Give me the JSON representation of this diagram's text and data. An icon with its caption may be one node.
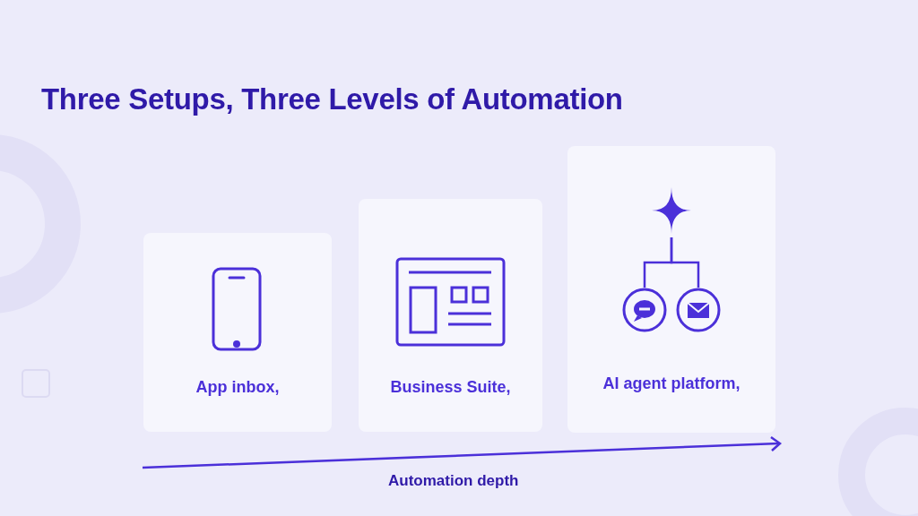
{
  "diagram": {
    "title": "Three Setups, Three Levels of Automation",
    "nodes": [
      {
        "text": [
          "App inbox,"
        ]
      },
      {
        "text": [
          "Business Suite,"
        ]
      },
      {
        "text": [
          "AI agent platform,"
        ]
      },
      {
        "text": [],
        "shape": "star",
        "in": 2
      },
      {
        "text": [],
        "shape": "circle",
        "in": 2
      },
      {
        "text": [],
        "shape": "circle",
        "in": 2
      }
    ],
    "edges": [
      {
        "from": 3,
        "to": 4,
        "arrow": "none"
      },
      {
        "from": 3,
        "to": 5,
        "arrow": "none"
      }
    ],
    "labels": [
      "Automation depth"
    ]
  }
}
